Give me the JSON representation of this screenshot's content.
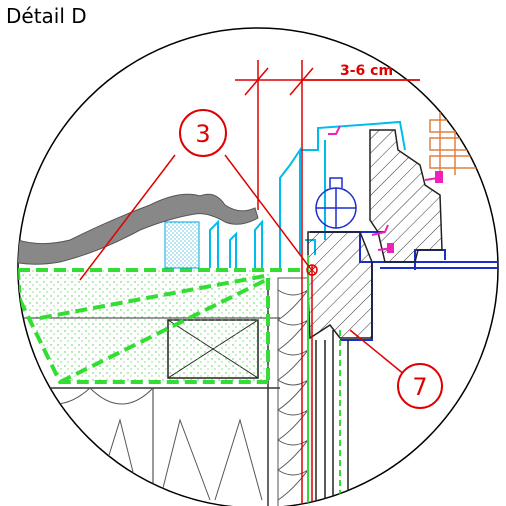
{
  "detail": {
    "title": "Détail D",
    "dimension_label": "3-6 cm",
    "callouts": [
      {
        "label": "3"
      },
      {
        "label": "7"
      }
    ]
  },
  "colors": {
    "dimension": "#e00000",
    "insulation_outline": "#33dd33",
    "insulation_dots": "#44cc44",
    "frame_profile": "#00bbee",
    "window_frame_blue": "#1a2ecc",
    "seal_magenta": "#ee22bb",
    "gravel": "#888888",
    "timber_orange": "#e08040",
    "mesh_fill": "#66ccee"
  }
}
